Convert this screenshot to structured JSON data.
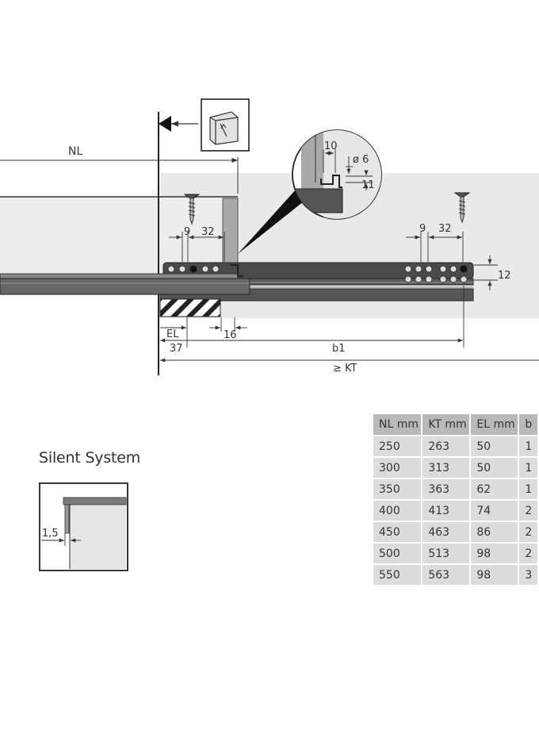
{
  "diagram": {
    "dims": {
      "nl": "NL",
      "d10": "10",
      "d6": "ø 6",
      "d11": "11",
      "d9_left": "9",
      "d32_left": "32",
      "d9_right": "9",
      "d32_right": "32",
      "d12": "12",
      "el": "EL",
      "d16": "16",
      "d37": "37",
      "b1": "b1",
      "kt": "≥ KT"
    }
  },
  "silent_system": {
    "title": "Silent System",
    "gap": "1,5"
  },
  "table": {
    "headers": [
      "NL mm",
      "KT mm",
      "EL mm",
      "b"
    ],
    "rows": [
      [
        "250",
        "263",
        "50",
        "1"
      ],
      [
        "300",
        "313",
        "50",
        "1"
      ],
      [
        "350",
        "363",
        "62",
        "1"
      ],
      [
        "400",
        "413",
        "74",
        "2"
      ],
      [
        "450",
        "463",
        "86",
        "2"
      ],
      [
        "500",
        "513",
        "98",
        "2"
      ],
      [
        "550",
        "563",
        "98",
        "3"
      ]
    ]
  }
}
